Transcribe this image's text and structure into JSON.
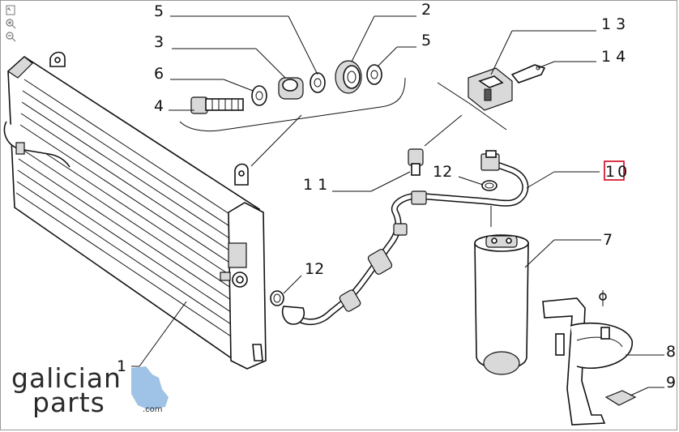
{
  "toolbar": {
    "icons": [
      "fit-page-icon",
      "zoom-in-icon",
      "zoom-out-icon"
    ]
  },
  "callouts": {
    "c1": "1",
    "c2": "2",
    "c3": "3",
    "c4": "4",
    "c5a": "5",
    "c5b": "5",
    "c6": "6",
    "c7": "7",
    "c8": "8",
    "c9": "9",
    "c10": "10",
    "c11": "11",
    "c12a": "12",
    "c12b": "12",
    "c13": "13",
    "c14": "14"
  },
  "highlight": {
    "callout": "10",
    "color": "#d0021b"
  },
  "brand": {
    "name_line1": "galician",
    "name_line2": "parts",
    "domain": ".com",
    "text_color": "#2b2b2b",
    "accent": "#9fc3e6"
  }
}
